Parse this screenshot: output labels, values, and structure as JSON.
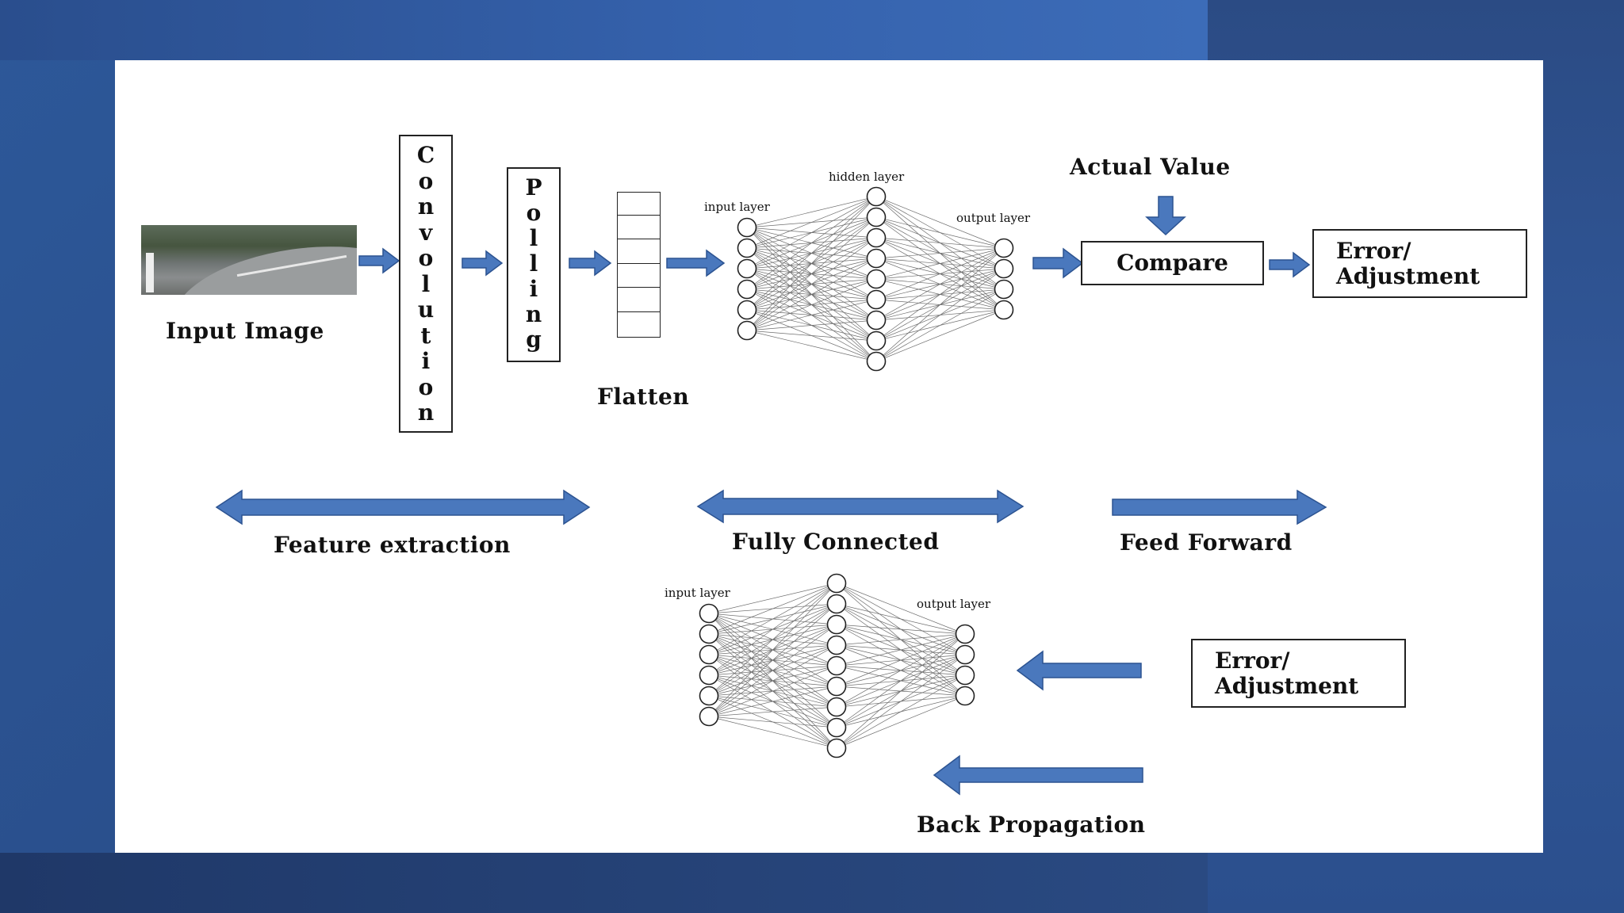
{
  "diagram": {
    "input_image_label": "Input Image",
    "convolution_letters": [
      "C",
      "o",
      "n",
      "v",
      "o",
      "l",
      "u",
      "t",
      "i",
      "o",
      "n"
    ],
    "pooling_letters": [
      "P",
      "o",
      "l",
      "l",
      "i",
      "n",
      "g"
    ],
    "flatten_label": "Flatten",
    "nn_top": {
      "input_layer": "input layer",
      "hidden_layer": "hidden layer",
      "output_layer": "output layer"
    },
    "actual_value_label": "Actual Value",
    "compare_label": "Compare",
    "error_top_line1": "Error/",
    "error_top_line2": "Adjustment",
    "feature_extraction_label": "Feature extraction",
    "fully_connected_label": "Fully Connected",
    "feed_forward_label": "Feed Forward",
    "nn_bottom": {
      "input_layer": "input layer",
      "output_layer": "output layer"
    },
    "error_bottom_line1": "Error/",
    "error_bottom_line2": "Adjustment",
    "back_propagation_label": "Back Propagation",
    "colors": {
      "arrow_fill": "#4a78bd",
      "arrow_stroke": "#2c5391",
      "background": "#2a4f8c",
      "canvas": "#ffffff"
    }
  }
}
